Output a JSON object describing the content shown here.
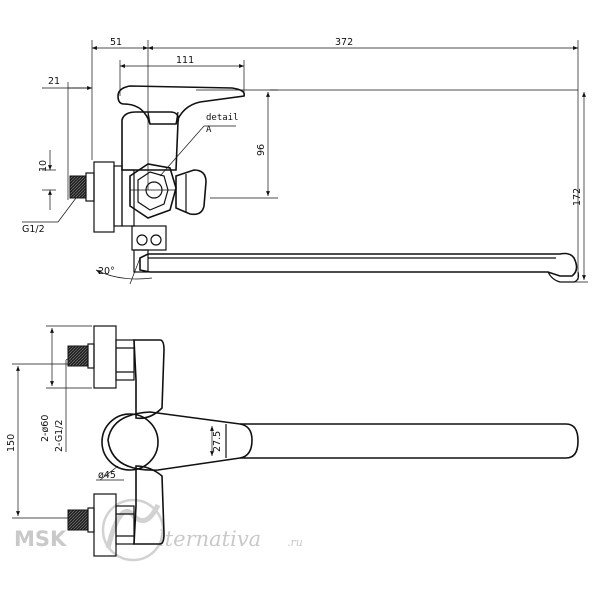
{
  "drawing": {
    "dimensions": {
      "offset_width": "51",
      "total_length": "372",
      "lever_length": "111",
      "inlet_offset": "21",
      "thread_height": "10",
      "thread_label": "G1/2",
      "spout_height": "96",
      "overall_height": "172",
      "tilt_angle": "20°",
      "inlet_spacing": "150",
      "flange_diameter": "2-ø60",
      "inlet_threads": "2-G1/2",
      "handle_width": "27.5",
      "body_diameter": "ø45"
    },
    "detail_label": "detail",
    "detail_letter": "A",
    "watermark": {
      "brand_left": "MSK",
      "brand_right": "lternativa",
      "domain_suffix": ".ru"
    }
  }
}
